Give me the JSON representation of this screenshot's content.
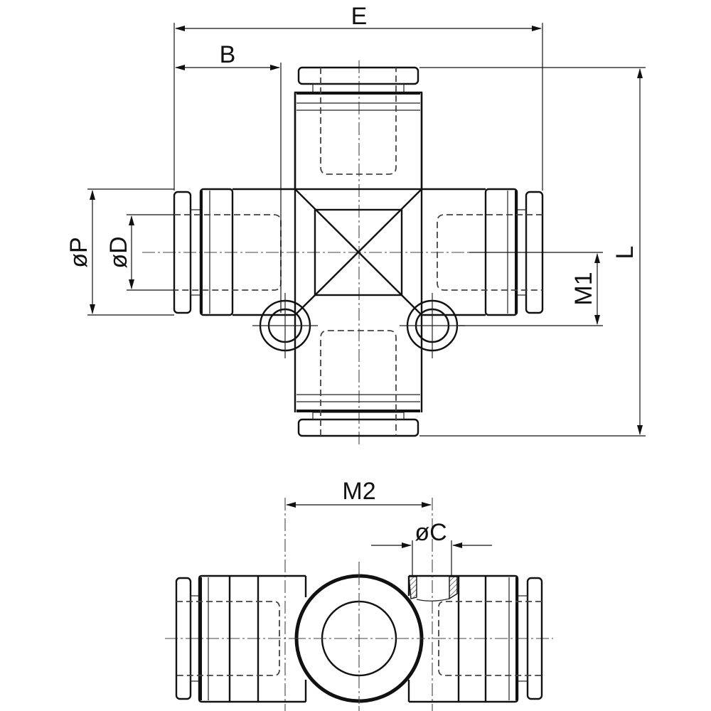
{
  "title": "Push-in cross fitting dimension drawing",
  "labels": {
    "E": "E",
    "B": "B",
    "L": "L",
    "P": "øP",
    "D": "øD",
    "M1": "M1",
    "M2": "M2",
    "C": "øC"
  }
}
